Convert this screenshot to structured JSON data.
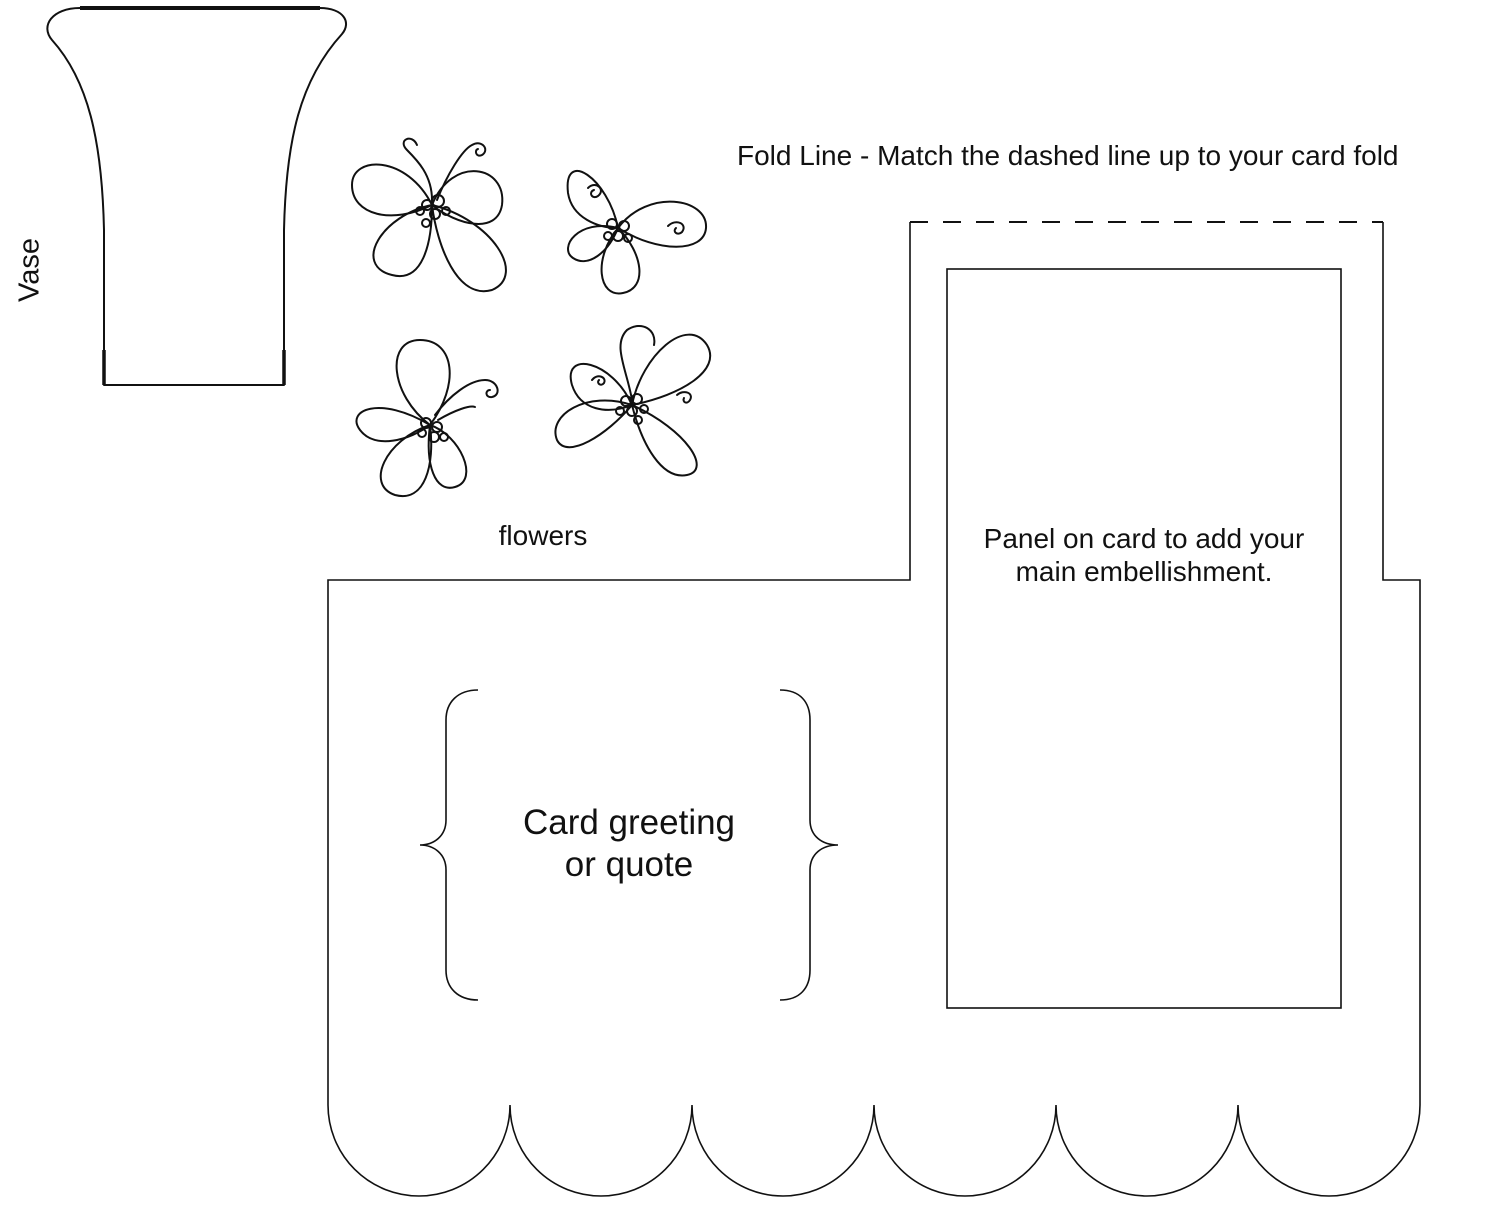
{
  "labels": {
    "vase": "Vase",
    "flowers": "flowers",
    "fold_line": "Fold Line - Match the dashed line up to your card fold",
    "panel": "Panel on card to add your main embellishment.",
    "greeting_line1": "Card greeting",
    "greeting_line2": "or quote"
  },
  "colors": {
    "ink": "#111111",
    "background": "#ffffff"
  },
  "icons": [
    "vase-outline",
    "flower-doodle",
    "curly-brace-left",
    "curly-brace-right",
    "scalloped-edge"
  ]
}
